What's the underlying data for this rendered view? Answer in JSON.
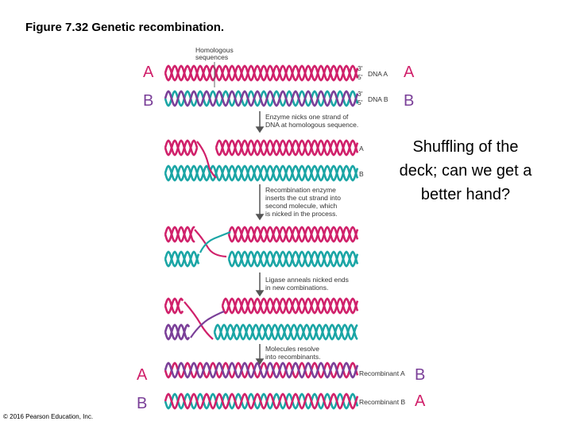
{
  "title": "Figure 7.32  Genetic recombination.",
  "side_note": "Shuffling of the deck; can we get a better hand?",
  "copyright": "© 2016 Pearson Education, Inc.",
  "labels": {
    "top_left_a": "A",
    "top_left_b": "B",
    "top_right_a": "A",
    "top_right_b": "B",
    "bottom_left_a": "A",
    "bottom_left_b": "B",
    "bottom_right_1": "B",
    "bottom_right_2": "A"
  },
  "diagram": {
    "homologous": [
      "Homologous",
      "sequences"
    ],
    "dna_a": "DNA A",
    "dna_b": "DNA B",
    "three_prime": "3'",
    "five_prime": "5'",
    "step1": [
      "Enzyme nicks one strand of",
      "DNA at homologous sequence."
    ],
    "step2": [
      "Recombination enzyme",
      "inserts the cut strand into",
      "second molecule, which",
      "is nicked in the process."
    ],
    "step3": [
      "Ligase anneals nicked ends",
      "in new combinations."
    ],
    "step4": [
      "Molecules resolve",
      "into recombinants."
    ],
    "mid_a": "A",
    "mid_b": "B",
    "recombinant_a": "Recombinant A",
    "recombinant_b": "Recombinant B"
  },
  "colors": {
    "pink": "#d0206a",
    "teal": "#1aa5a5",
    "purple": "#7a3f98",
    "arrow": "#555555"
  }
}
